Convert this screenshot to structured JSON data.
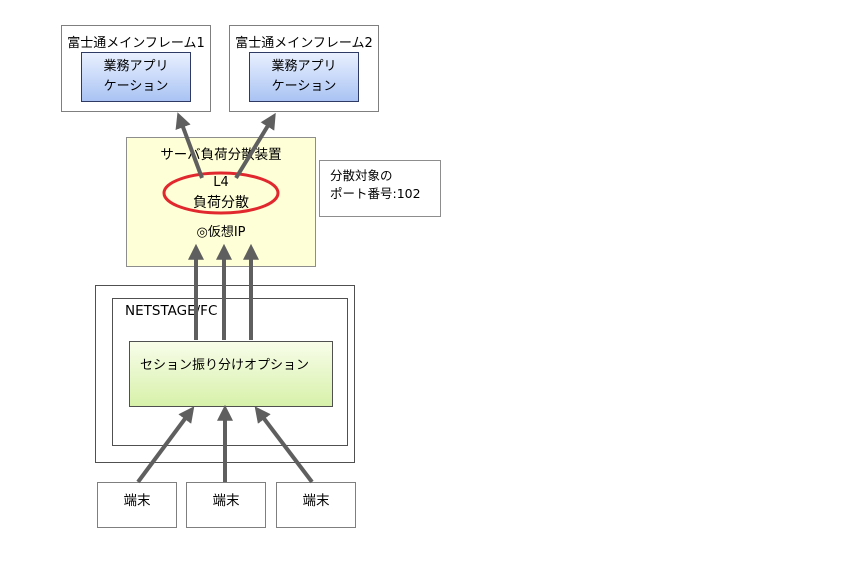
{
  "mainframes": [
    {
      "title": "富士通メインフレーム1",
      "app_line1": "業務アプリ",
      "app_line2": "ケーション"
    },
    {
      "title": "富士通メインフレーム2",
      "app_line1": "業務アプリ",
      "app_line2": "ケーション"
    }
  ],
  "load_balancer": {
    "title": "サーバ負荷分散装置",
    "l4_line1": "L4",
    "l4_line2": "負荷分散",
    "virtual_ip": "◎仮想IP"
  },
  "note": {
    "line1": "分散対象の",
    "line2": "ポート番号:102"
  },
  "netstage": {
    "title": "NETSTAGE/FC",
    "option_label": "セション振り分けオプション"
  },
  "terminals": [
    "端末",
    "端末",
    "端末"
  ],
  "colors": {
    "arrow": "#5f5f5f",
    "ellipse": "#e0282e",
    "lb_fill": "#ffffd7",
    "app_fill": "#a9c3f3",
    "option_fill": "#d7f1aa"
  }
}
